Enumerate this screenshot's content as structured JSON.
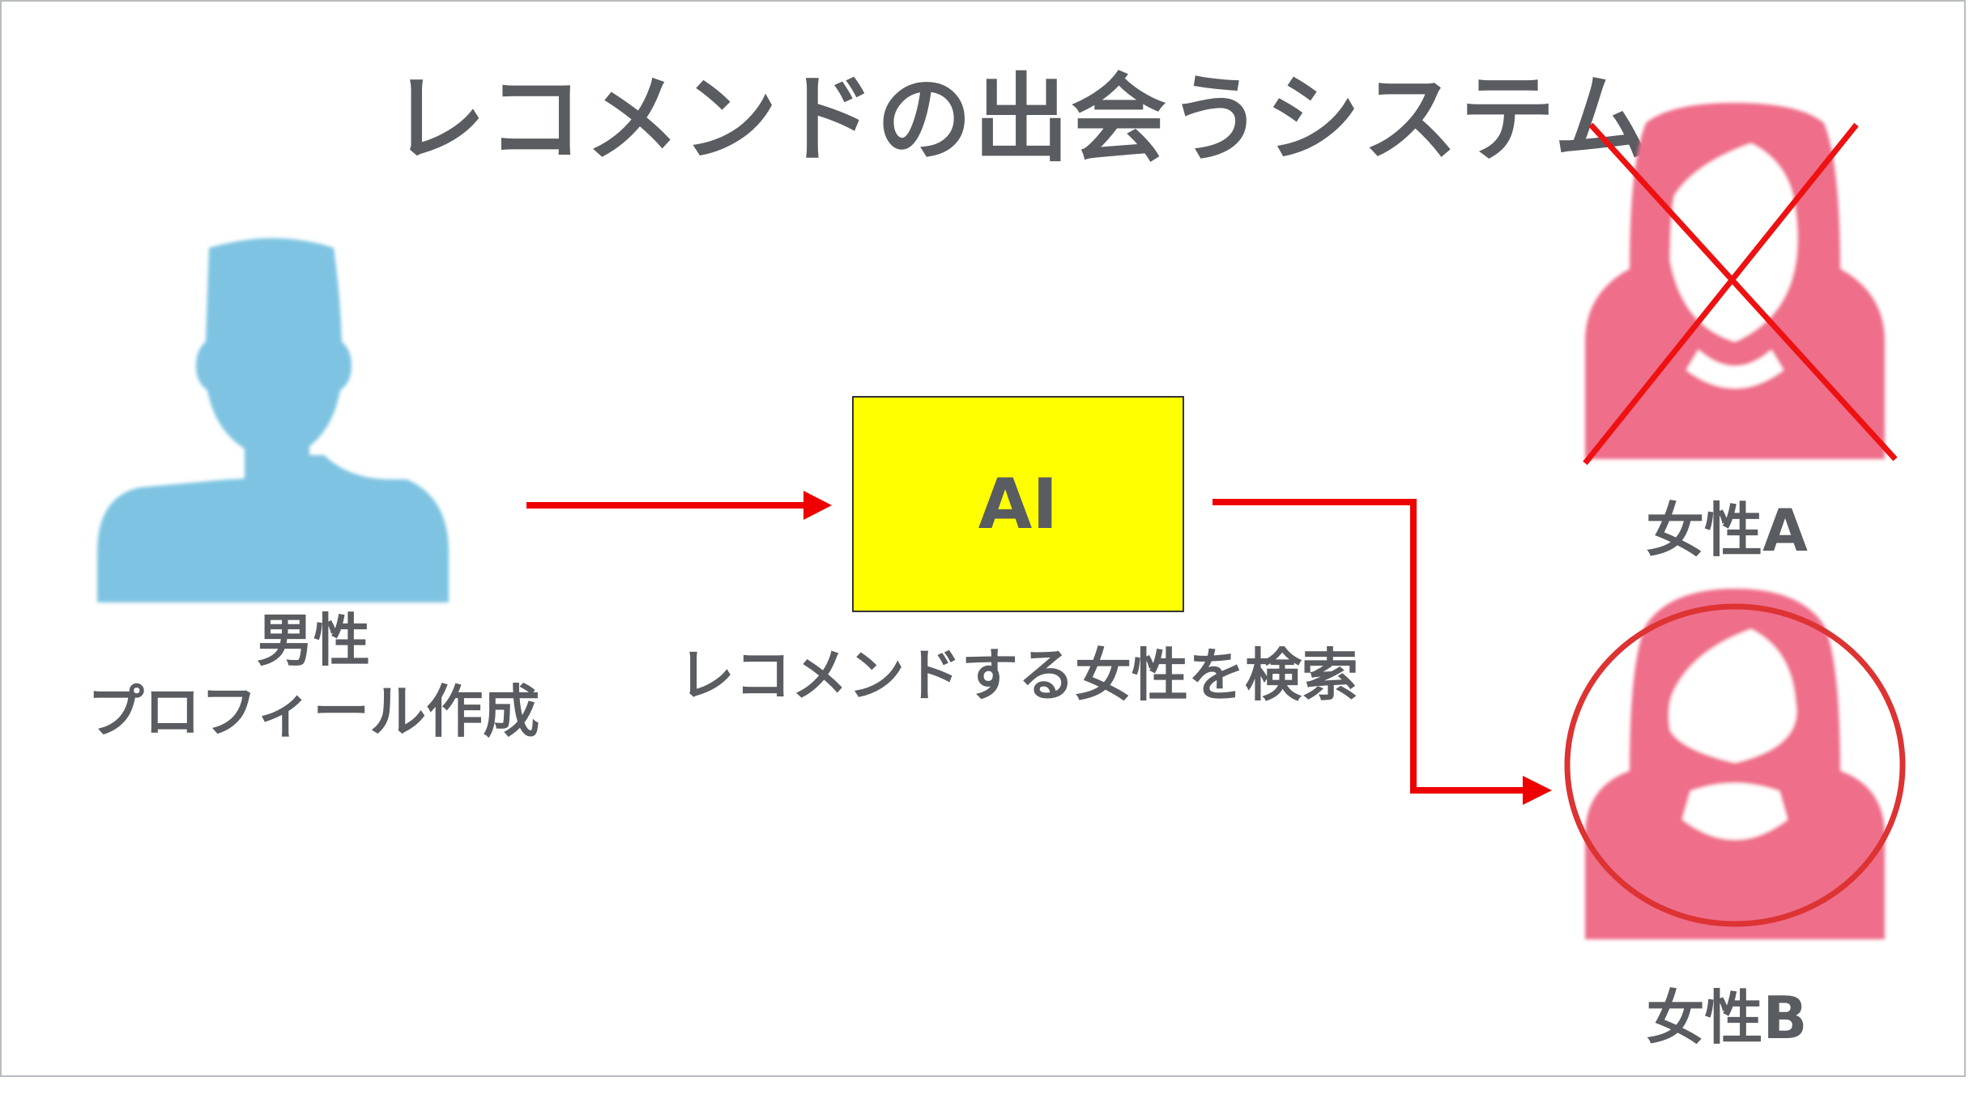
{
  "title": "レコメンドの出会うシステム",
  "male": {
    "label_line1": "男性",
    "label_line2": "プロフィール作成"
  },
  "ai_box": {
    "label": "AI"
  },
  "search_label": "レコメンドする女性を検索",
  "woman_a": {
    "label": "女性A",
    "status": "rejected"
  },
  "woman_b": {
    "label": "女性B",
    "status": "selected"
  },
  "colors": {
    "male_icon": "#7ec4e2",
    "female_icon": "#ef6e8a",
    "arrow": "#ee0000",
    "cross": "#ee1111",
    "circle": "#dd3333",
    "ai_box": "#ffff00",
    "text": "#595c60"
  }
}
